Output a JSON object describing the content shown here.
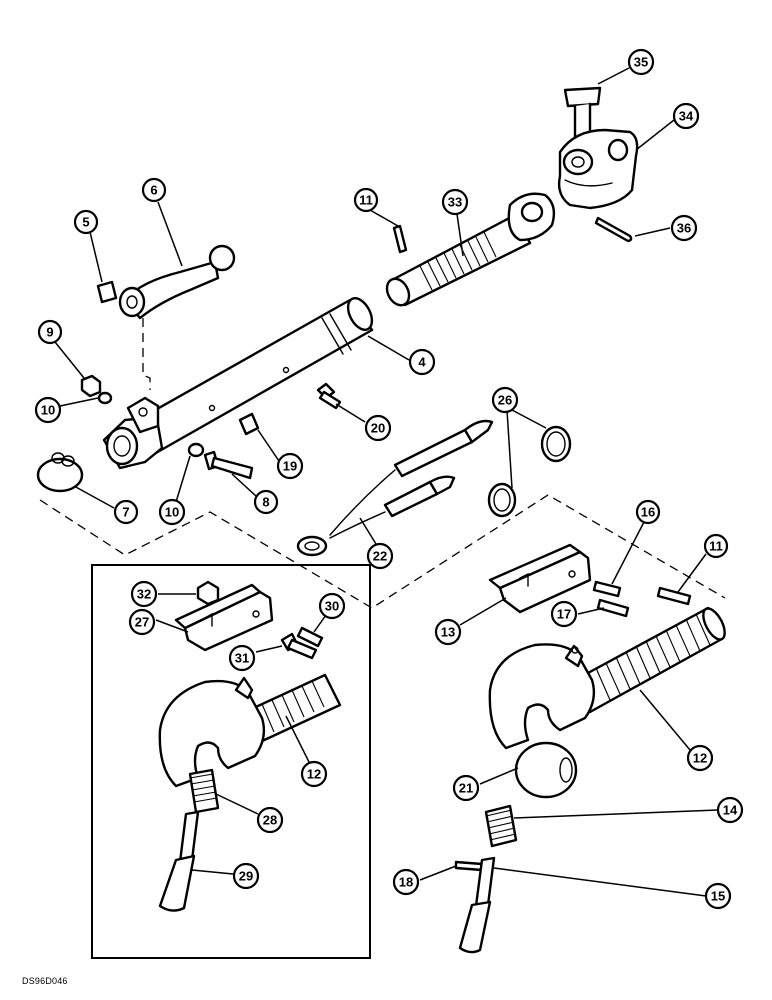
{
  "document_code": "DS96D046",
  "callouts": [
    {
      "label": "35",
      "target": "pin"
    },
    {
      "label": "34",
      "target": "clevis"
    },
    {
      "label": "36",
      "target": "cotter-pin"
    },
    {
      "label": "33",
      "target": "threaded-rod"
    },
    {
      "label": "11",
      "target": "roll-pin-upper"
    },
    {
      "label": "6",
      "target": "handle"
    },
    {
      "label": "5",
      "target": "bushing"
    },
    {
      "label": "4",
      "target": "top-link-tube"
    },
    {
      "label": "9",
      "target": "nut"
    },
    {
      "label": "10",
      "target": "washer-left"
    },
    {
      "label": "20",
      "target": "grease-fitting"
    },
    {
      "label": "19",
      "target": "nut"
    },
    {
      "label": "26",
      "target": "snap-rings"
    },
    {
      "label": "8",
      "target": "bolt"
    },
    {
      "label": "10",
      "target": "washer-lower"
    },
    {
      "label": "7",
      "target": "snap-ring"
    },
    {
      "label": "22",
      "target": "cable"
    },
    {
      "label": "16",
      "target": "roll-pin"
    },
    {
      "label": "11",
      "target": "roll-pin-right"
    },
    {
      "label": "17",
      "target": "roll-pin"
    },
    {
      "label": "13",
      "target": "latch-bracket"
    },
    {
      "label": "32",
      "target": "nut"
    },
    {
      "label": "30",
      "target": "roll-pin"
    },
    {
      "label": "27",
      "target": "latch-bracket"
    },
    {
      "label": "31",
      "target": "bolt"
    },
    {
      "label": "12",
      "target": "hook-end-left"
    },
    {
      "label": "12",
      "target": "hook-end-right"
    },
    {
      "label": "21",
      "target": "ball"
    },
    {
      "label": "28",
      "target": "spring"
    },
    {
      "label": "14",
      "target": "spring"
    },
    {
      "label": "29",
      "target": "release-rod"
    },
    {
      "label": "18",
      "target": "pin"
    },
    {
      "label": "15",
      "target": "release-rod"
    }
  ]
}
